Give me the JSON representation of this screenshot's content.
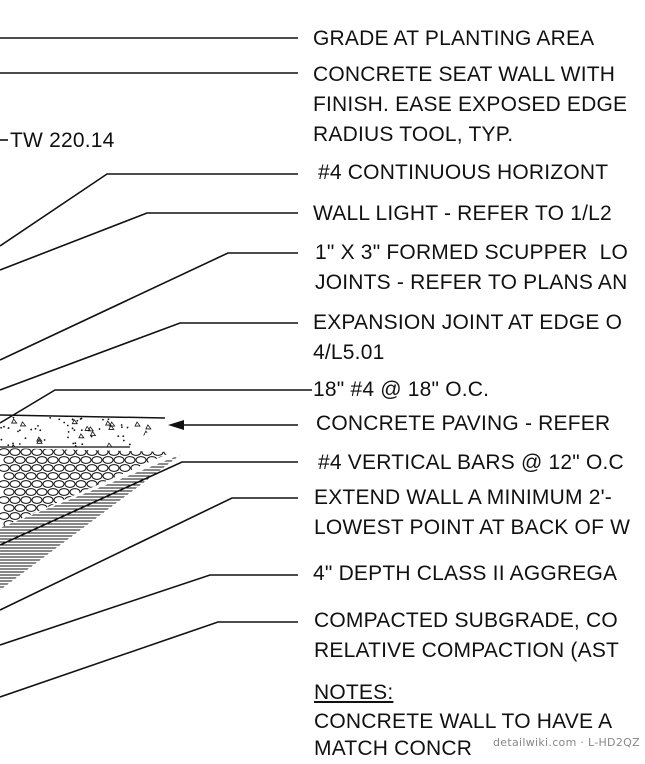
{
  "elevation": "TW 220.14",
  "callouts": [
    [
      "GRADE AT PLANTING AREA"
    ],
    [
      "CONCRETE SEAT WALL WITH",
      "FINISH. EASE EXPOSED EDGE",
      "RADIUS TOOL, TYP."
    ],
    [
      "#4 CONTINUOUS HORIZONT"
    ],
    [
      "WALL LIGHT - REFER TO 1/L2"
    ],
    [
      "1\" X 3\" FORMED SCUPPER  LO",
      "JOINTS - REFER TO PLANS AN"
    ],
    [
      "EXPANSION JOINT AT EDGE O",
      "4/L5.01"
    ],
    [
      "18\" #4 @ 18\" O.C."
    ],
    [
      "CONCRETE PAVING - REFER"
    ],
    [
      "#4 VERTICAL BARS @ 12\" O.C"
    ],
    [
      "EXTEND WALL A MINIMUM 2'-",
      "LOWEST POINT AT BACK OF W"
    ],
    [
      "4\" DEPTH CLASS II AGGREGA"
    ],
    [
      "COMPACTED SUBGRADE, CO",
      "RELATIVE COMPACTION (AST"
    ]
  ],
  "notes": {
    "heading": "NOTES:",
    "lines": [
      "CONCRETE WALL TO HAVE A",
      "MATCH CONCR"
    ]
  },
  "watermark": "detailwiki.com · L-HD2QZ"
}
